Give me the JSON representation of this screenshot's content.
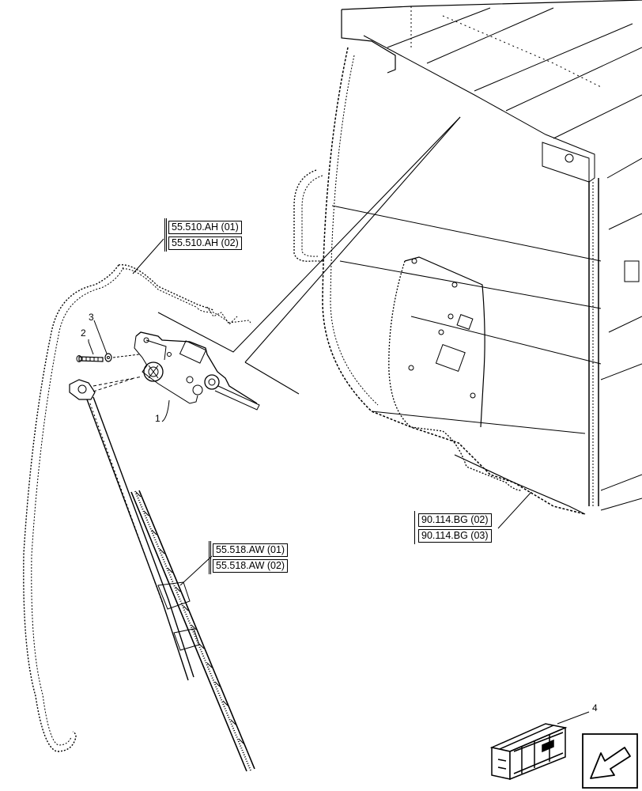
{
  "callouts": {
    "item1": "1",
    "item2": "2",
    "item3": "3",
    "item4": "4"
  },
  "references": {
    "wiper_motor_group": [
      "55.510.AH (01)",
      "55.510.AH (02)"
    ],
    "wiper_arm_group": [
      "55.518.AW (01)",
      "55.518.AW (02)"
    ],
    "cab_group": [
      "90.114.BG (02)",
      "90.114.BG (03)"
    ]
  },
  "icons": {
    "kit_icon": "crate-kit-icon",
    "nav_icon": "previous-page-arrow-icon"
  }
}
